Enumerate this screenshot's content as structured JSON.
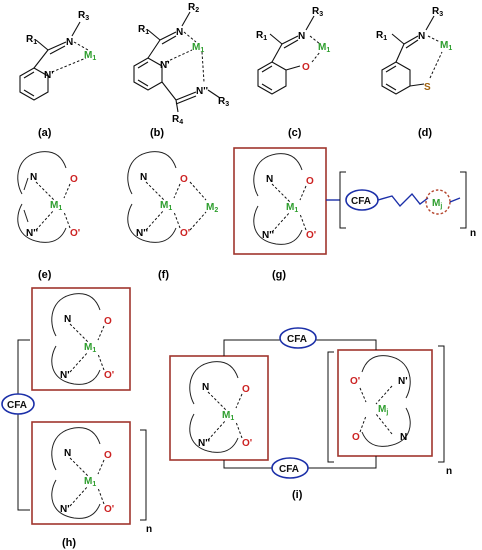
{
  "labels": {
    "a": "(a)",
    "b": "(b)",
    "c": "(c)",
    "d": "(d)",
    "e": "(e)",
    "f": "(f)",
    "g": "(g)",
    "h": "(h)",
    "i": "(i)"
  },
  "atoms": {
    "N": "N",
    "Np": "N'",
    "Npp": "N''",
    "O": "O",
    "Op": "O'",
    "S": "S",
    "M": "M",
    "R": "R",
    "sub1": "1",
    "sub2": "2",
    "sub3": "3",
    "sub4": "4",
    "subj": "j"
  },
  "cfa": "CFA",
  "repeat": "n",
  "colors": {
    "metal": "#2e9e2e",
    "oxygen": "#cc2222",
    "sulfur": "#a0620e",
    "nitrogen": "#1b2fa8",
    "box": "#a0352d",
    "cfa": "#1b2fa8",
    "mj_circle": "#b5462e"
  }
}
